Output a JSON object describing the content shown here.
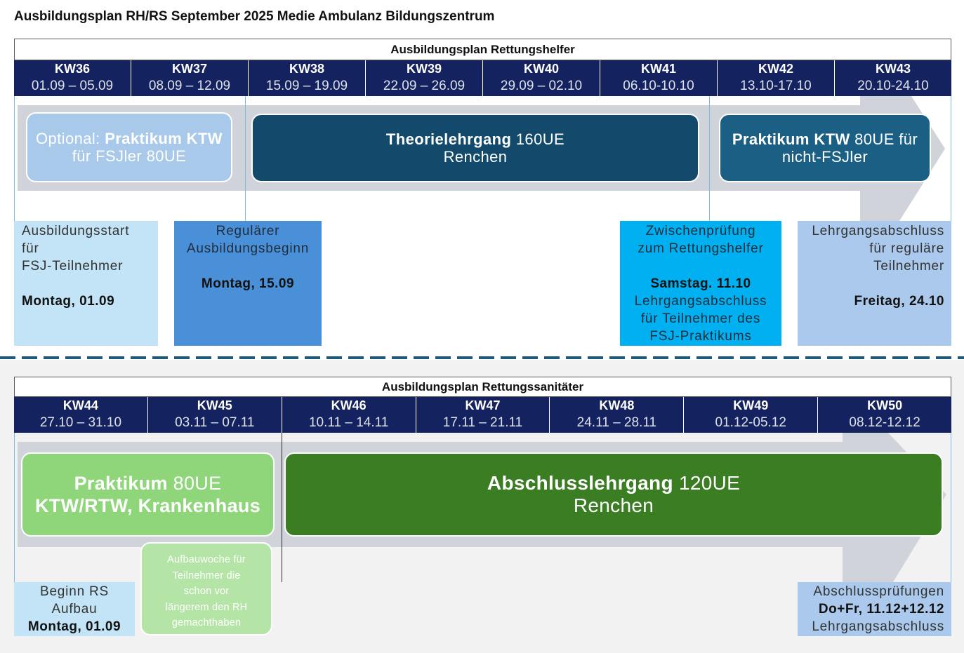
{
  "title": "Ausbildungsplan RH/RS September 2025 Medie Ambulanz Bildungszentrum",
  "rettungshelfer": {
    "header": "Ausbildungsplan Rettungshelfer",
    "weeks": [
      {
        "kw": "KW36",
        "dates": "01.09 – 05.09"
      },
      {
        "kw": "KW37",
        "dates": "08.09 – 12.09"
      },
      {
        "kw": "KW38",
        "dates": "15.09 – 19.09"
      },
      {
        "kw": "KW39",
        "dates": "22.09 – 26.09"
      },
      {
        "kw": "KW40",
        "dates": "29.09 – 02.10"
      },
      {
        "kw": "KW41",
        "dates": "06.10-10.10"
      },
      {
        "kw": "KW42",
        "dates": "13.10-17.10"
      },
      {
        "kw": "KW43",
        "dates": "20.10-24.10"
      }
    ],
    "blocks": {
      "optional_praktikum": {
        "prefix": "Optional:",
        "bold": "Praktikum KTW",
        "line2": "für FSJler 80UE"
      },
      "theorie": {
        "bold": "Theorielehrgang",
        "light": "160UE",
        "line2": "Renchen"
      },
      "praktikum_nicht_fsj": {
        "bold": "Praktikum KTW",
        "light": "80UE für",
        "line2": "nicht-FSJler"
      }
    },
    "milestones": {
      "fsj_start": {
        "lines": [
          "Ausbildungsstart",
          "für",
          "FSJ-Teilnehmer"
        ],
        "date": "Montag, 01.09"
      },
      "regular_start": {
        "lines": [
          "Regulärer",
          "Ausbildungsbeginn"
        ],
        "date": "Montag, 15.09"
      },
      "zwischenpruefung": {
        "lines": [
          "Zwischenprüfung",
          "zum Rettungshelfer"
        ],
        "date": "Samstag. 11.10",
        "after": [
          "Lehrgangsabschluss",
          "für Teilnehmer des",
          "FSJ-Praktikums"
        ]
      },
      "abschluss": {
        "lines": [
          "Lehrgangsabschluss",
          "für reguläre",
          "Teilnehmer"
        ],
        "date": "Freitag, 24.10"
      }
    }
  },
  "rettungssanitaeter": {
    "header": "Ausbildungsplan Rettungssanitäter",
    "weeks": [
      {
        "kw": "KW44",
        "dates": "27.10 – 31.10"
      },
      {
        "kw": "KW45",
        "dates": "03.11 – 07.11"
      },
      {
        "kw": "KW46",
        "dates": "10.11 – 14.11"
      },
      {
        "kw": "KW47",
        "dates": "17.11 – 21.11"
      },
      {
        "kw": "KW48",
        "dates": "24.11 – 28.11"
      },
      {
        "kw": "KW49",
        "dates": "01.12-05.12"
      },
      {
        "kw": "KW50",
        "dates": "08.12-12.12"
      }
    ],
    "blocks": {
      "praktikum": {
        "bold": "Praktikum",
        "light": "80UE",
        "line2": "KTW/RTW, Krankenhaus"
      },
      "abschlusslehrgang": {
        "bold": "Abschlusslehrgang",
        "light": "120UE",
        "line2": "Renchen"
      },
      "aufbauwoche": {
        "lines": [
          "Aufbauwoche für",
          "Teilnehmer die",
          "schon vor",
          "längerem den RH",
          "gemachthaben"
        ]
      }
    },
    "milestones": {
      "rs_beginn": {
        "lines": [
          "Beginn RS",
          "Aufbau"
        ],
        "date": "Montag, 01.09"
      },
      "abschlusspruefungen": {
        "lines": [
          "Abschlussprüfungen"
        ],
        "date": "Do+Fr, 11.12+12.12",
        "after": [
          "Lehrgangsabschluss"
        ]
      }
    }
  },
  "colors": {
    "header_navy": "#14225f",
    "arrow_gray": "#d0d4da",
    "divider": "#1e5b7b",
    "optional_block": "#a8c9ea",
    "theorie_block": "#134a6b",
    "praktikum_block": "#1b5f85",
    "milestone_light": "#c2e4f6",
    "milestone_medium": "#4a90d9",
    "milestone_cyan": "#00b0f0",
    "milestone_pale": "#aac9ec",
    "praktikum_green": "#8fd67a",
    "abschluss_green": "#3b7d23",
    "aufbau_green": "#b5e5a6"
  }
}
